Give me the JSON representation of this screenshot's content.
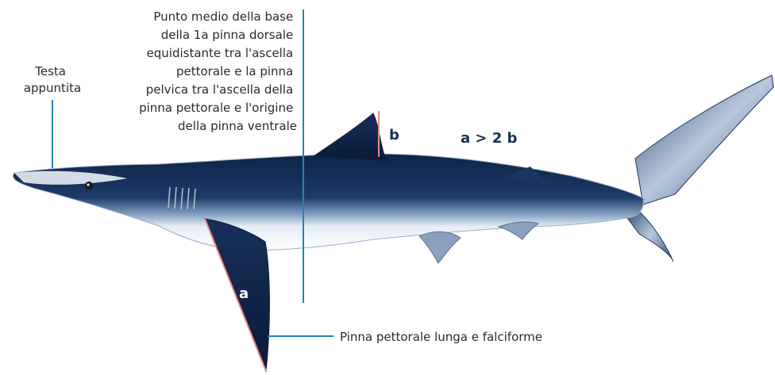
{
  "annotations": {
    "head_label": [
      "Testa",
      "appuntita"
    ],
    "dorsal_label": [
      "Punto medio della base",
      "della 1a pinna dorsale",
      "equidistante tra l'ascella",
      "pettorale e la pinna",
      "pelvica tra l'ascella della",
      "pinna pettorale e l'origine",
      "della pinna ventrale"
    ],
    "pectoral_label": "Pinna pettorale lunga e falciforme",
    "measure_a": "a",
    "measure_b": "b",
    "ratio": "a > 2 b"
  },
  "colors": {
    "leader_line": "#1f86b8",
    "measure_line": "#e98a86",
    "body_dark": "#142a4e",
    "body_mid": "#5c7fa8",
    "belly": "#ffffff",
    "text": "#2a2a2a",
    "measure_text": "#17304f"
  }
}
